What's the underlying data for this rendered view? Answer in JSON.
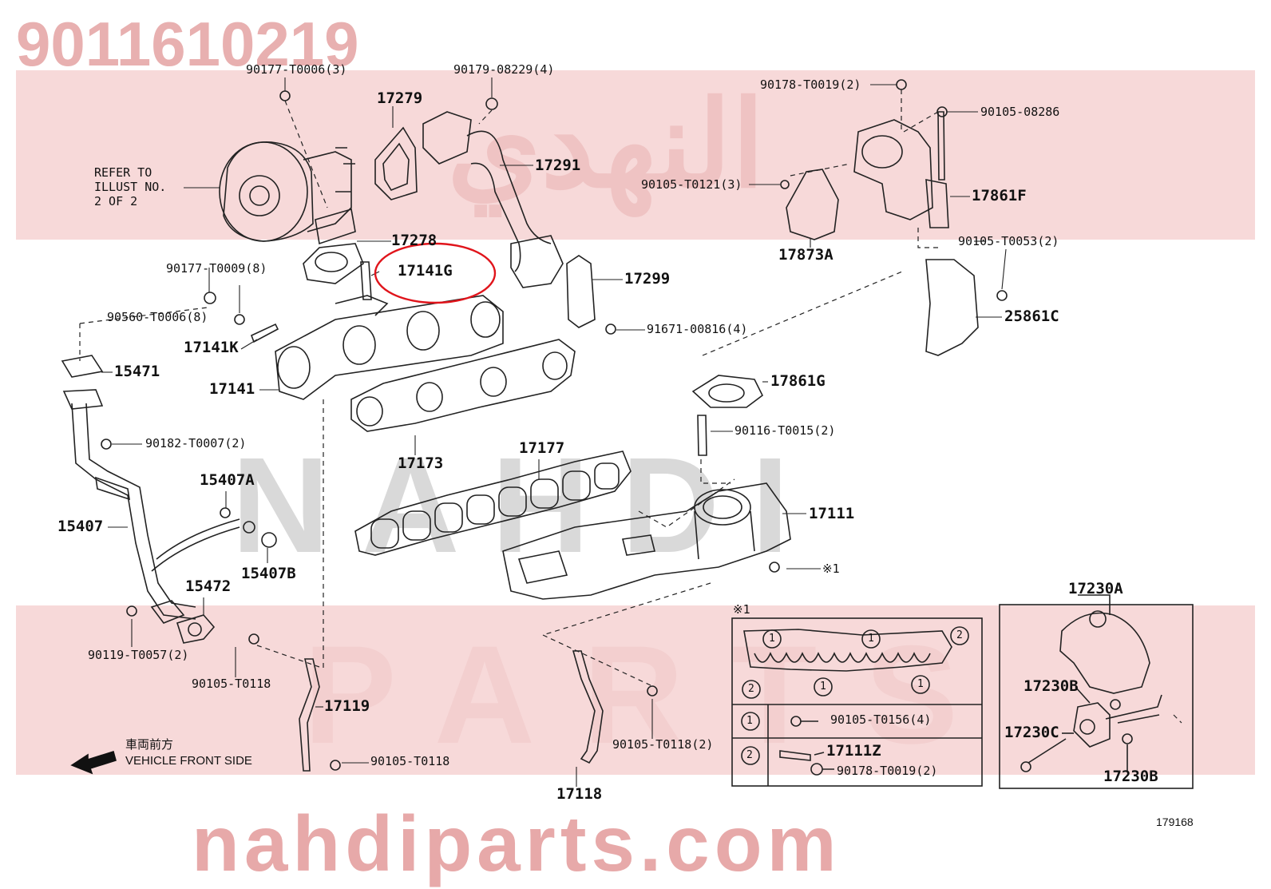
{
  "watermark": {
    "part_number": "9011610219",
    "brand_arabic": "النهدي",
    "brand_latin_1": "NAHDI",
    "brand_latin_2": "PARTS",
    "website": "nahdiparts.com"
  },
  "diagram_id": "179168",
  "refer_note": [
    "REFER TO",
    "ILLUST NO.",
    "2 OF 2"
  ],
  "front_note": {
    "jp": "車両前方",
    "en": "VEHICLE FRONT SIDE"
  },
  "highlight_label": "17141G",
  "labels": {
    "l_90177_T0006": "90177-T0006(3)",
    "l_90179_08229": "90179-08229(4)",
    "l_17279": "17279",
    "l_17291": "17291",
    "l_17278": "17278",
    "l_90177_T0009": "90177-T0009(8)",
    "l_90560_T0006": "90560-T0006(8)",
    "l_17141K": "17141K",
    "l_15471": "15471",
    "l_17141": "17141",
    "l_90182_T0007": "90182-T0007(2)",
    "l_15407A": "15407A",
    "l_15407": "15407",
    "l_15407B": "15407B",
    "l_15472": "15472",
    "l_90119_T0057": "90119-T0057(2)",
    "l_90105_T0118_a": "90105-T0118",
    "l_17119": "17119",
    "l_90105_T0118_b": "90105-T0118",
    "l_17299": "17299",
    "l_91671_00816": "91671-00816(4)",
    "l_17173": "17173",
    "l_17177": "17177",
    "l_17111": "17111",
    "l_star1": "※1",
    "l_17118": "17118",
    "l_90105_T0118_c": "90105-T0118(2)",
    "l_90178_T0019": "90178-T0019(2)",
    "l_90105_08286": "90105-08286",
    "l_90105_T0121": "90105-T0121(3)",
    "l_17861F": "17861F",
    "l_17873A": "17873A",
    "l_90105_T0053": "90105-T0053(2)",
    "l_25861C": "25861C",
    "l_17861G": "17861G",
    "l_90116_T0015": "90116-T0015(2)",
    "l_17230A": "17230A",
    "l_17230B_a": "17230B",
    "l_17230C": "17230C",
    "l_17230B_b": "17230B"
  },
  "inset": {
    "title": "※1",
    "callout_1": "1",
    "callout_2": "2",
    "rows": [
      {
        "key": "1",
        "part": "90105-T0156(4)"
      },
      {
        "key": "2",
        "part_a": "17111Z",
        "part_b": "90178-T0019(2)"
      }
    ]
  }
}
